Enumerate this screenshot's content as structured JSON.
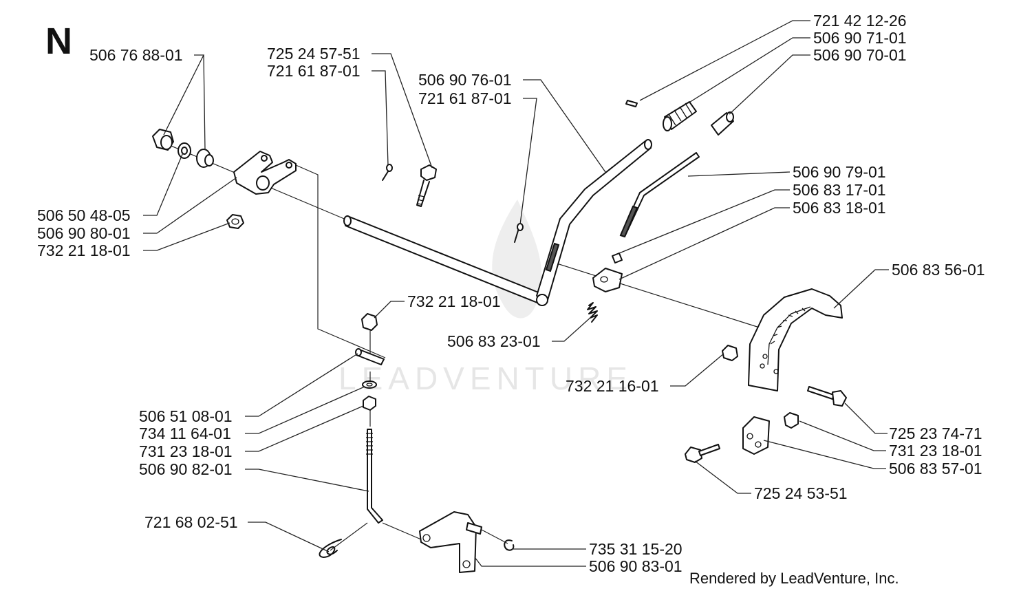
{
  "section_letter": "N",
  "watermark": "LEADVENTURE",
  "credit": "Rendered by LeadVenture, Inc.",
  "labels": {
    "l01": "506 76 88-01",
    "l02": "725 24 57-51",
    "l03": "721 61 87-01",
    "l04": "506 90 76-01",
    "l05": "721 61 87-01",
    "l06": "721 42 12-26",
    "l07": "506 90 71-01",
    "l08": "506 90 70-01",
    "l09": "506 90 79-01",
    "l10": "506 83 17-01",
    "l11": "506 83 18-01",
    "l12": "506 50 48-05",
    "l13": "506 90 80-01",
    "l14": "732 21 18-01",
    "l15": "732 21 18-01",
    "l16": "506 83 23-01",
    "l17": "506 83 56-01",
    "l18": "732 21 16-01",
    "l19": "506 51 08-01",
    "l20": "734 11 64-01",
    "l21": "731 23 18-01",
    "l22": "506 90 82-01",
    "l23": "721 68 02-51",
    "l24": "725 23 74-71",
    "l25": "731 23 18-01",
    "l26": "506 83 57-01",
    "l27": "725 24 53-51",
    "l28": "735 31 15-20",
    "l29": "506 90 83-01"
  }
}
